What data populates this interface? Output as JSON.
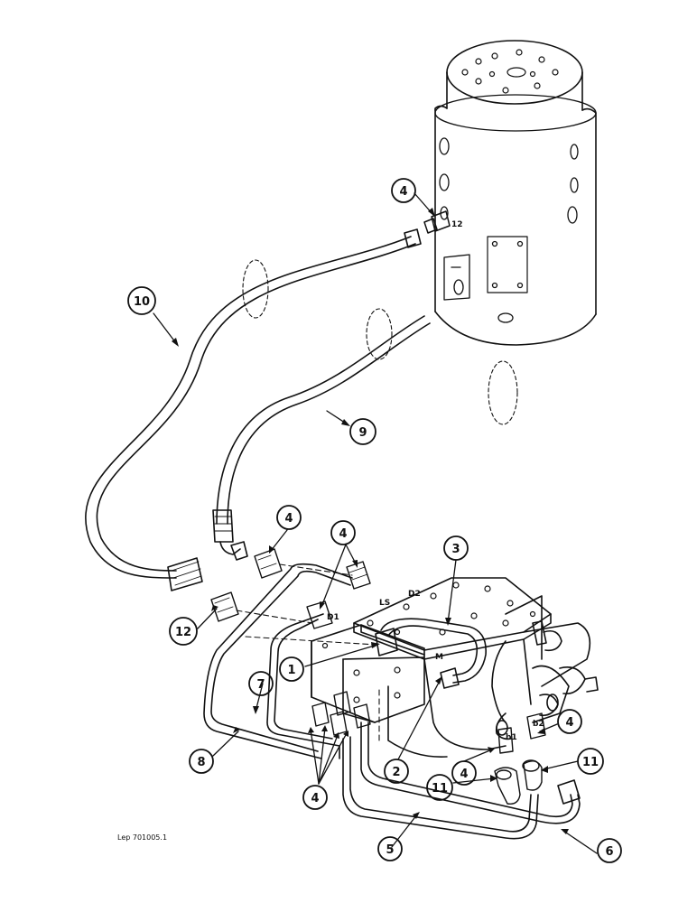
{
  "drawing": {
    "reference": "Lep 701005.1",
    "ink_color": "#111111"
  },
  "callouts": {
    "c1": "1",
    "c2": "2",
    "c3": "3",
    "c4_top": "4",
    "c4_mid": "4",
    "c4_upper_right": "4",
    "c4_lower": "4",
    "c4_b1": "4",
    "c4_b2": "4",
    "c5": "5",
    "c6": "6",
    "c7": "7",
    "c8": "8",
    "c9": "9",
    "c10": "10",
    "c11_left": "11",
    "c11_right": "11",
    "c12": "12"
  },
  "ports": {
    "p12": "12",
    "d1": "D1",
    "d2": "D2",
    "ls": "LS",
    "m": "M",
    "b1": "b1",
    "b2": "b2"
  }
}
